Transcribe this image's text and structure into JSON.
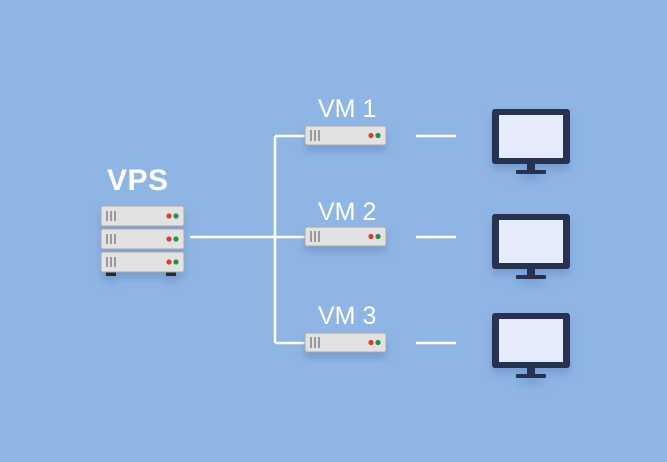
{
  "vps": {
    "label": "VPS"
  },
  "vms": [
    {
      "label": "VM 1"
    },
    {
      "label": "VM 2"
    },
    {
      "label": "VM 3"
    }
  ],
  "colors": {
    "background": "#8fb5e5",
    "server_body": "#e2e2e2",
    "server_border": "#a9a9a9",
    "led_red": "#d94030",
    "led_green": "#2e8b4a",
    "monitor_frame": "#27304f",
    "monitor_screen": "#e6ebfb",
    "connector": "#ffffff"
  },
  "icons": {
    "server": "server-icon",
    "monitor": "monitor-icon"
  }
}
